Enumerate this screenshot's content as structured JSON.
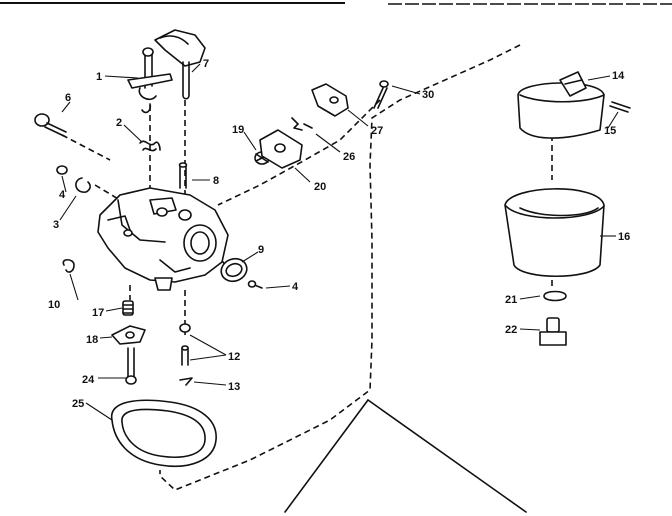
{
  "labels": {
    "l1": "1",
    "l2": "2",
    "l3": "3",
    "l4a": "4",
    "l4b": "4",
    "l6": "6",
    "l7": "7",
    "l8": "8",
    "l9": "9",
    "l10": "10",
    "l12": "12",
    "l13": "13",
    "l14": "14",
    "l15": "15",
    "l16": "16",
    "l17": "17",
    "l18": "18",
    "l19": "19",
    "l20": "20",
    "l21": "21",
    "l22": "22",
    "l24": "24",
    "l25": "25",
    "l26": "26",
    "l27": "27",
    "l30": "30"
  }
}
